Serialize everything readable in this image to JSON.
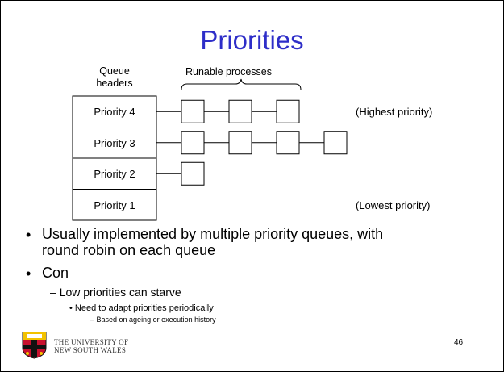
{
  "slide": {
    "title": "Priorities",
    "page_number": "46"
  },
  "diagram": {
    "queue_headers_line1": "Queue",
    "queue_headers_line2": "headers",
    "runable_label": "Runable processes",
    "rows": [
      {
        "label": "Priority 4",
        "processes": 3,
        "note": "(Highest priority)"
      },
      {
        "label": "Priority 3",
        "processes": 4,
        "note": ""
      },
      {
        "label": "Priority 2",
        "processes": 1,
        "note": ""
      },
      {
        "label": "Priority 1",
        "processes": 0,
        "note": "(Lowest priority)"
      }
    ]
  },
  "bullets": {
    "b1_line1": "Usually implemented by multiple priority queues, with",
    "b1_line2": "round robin on each queue",
    "b2": "Con",
    "b2_sub": "Low priorities can starve",
    "b2_sub_sub": "Need to adapt priorities periodically",
    "b2_sub_sub_sub": "Based on ageing or execution history"
  },
  "footer": {
    "university_line1": "THE UNIVERSITY OF",
    "university_line2": "NEW SOUTH WALES"
  },
  "colors": {
    "title": "#2e2ec8"
  }
}
